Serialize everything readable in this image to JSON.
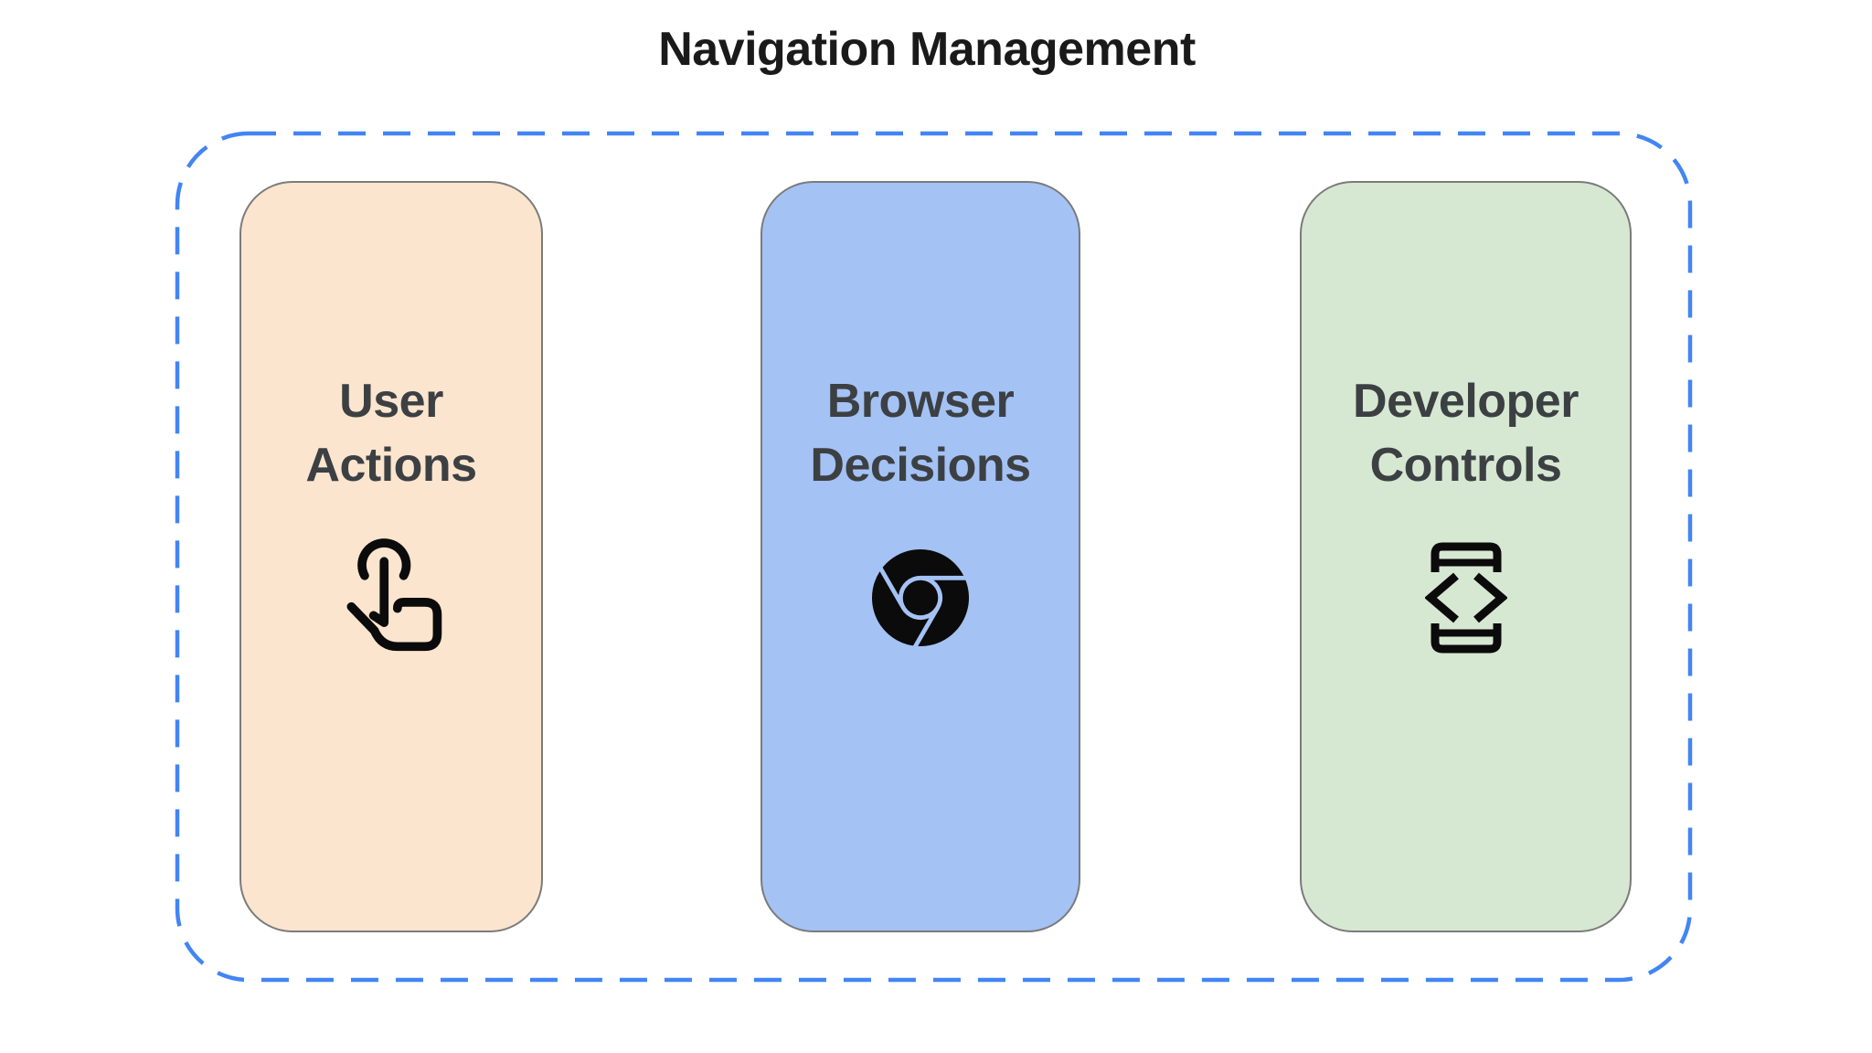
{
  "title": "Navigation Management",
  "boundary": {
    "style": "dashed-rounded-rect",
    "color": "#4285F4"
  },
  "cards": [
    {
      "name": "user-actions",
      "lines": [
        "User",
        "Actions"
      ],
      "icon": "touch-gesture-icon",
      "bg": "#FBE5CE"
    },
    {
      "name": "browser-decisions",
      "lines": [
        "Browser",
        "Decisions"
      ],
      "icon": "chrome-browser-icon",
      "bg": "#A4C2F4"
    },
    {
      "name": "developer-controls",
      "lines": [
        "Developer",
        "Controls"
      ],
      "icon": "developer-mode-icon",
      "bg": "#D7E8D2"
    }
  ],
  "colors": {
    "title_text": "#1A1A1A",
    "label_text": "#3C4043",
    "icon": "#0B0B0B",
    "card_border": "#7B7B7B"
  }
}
